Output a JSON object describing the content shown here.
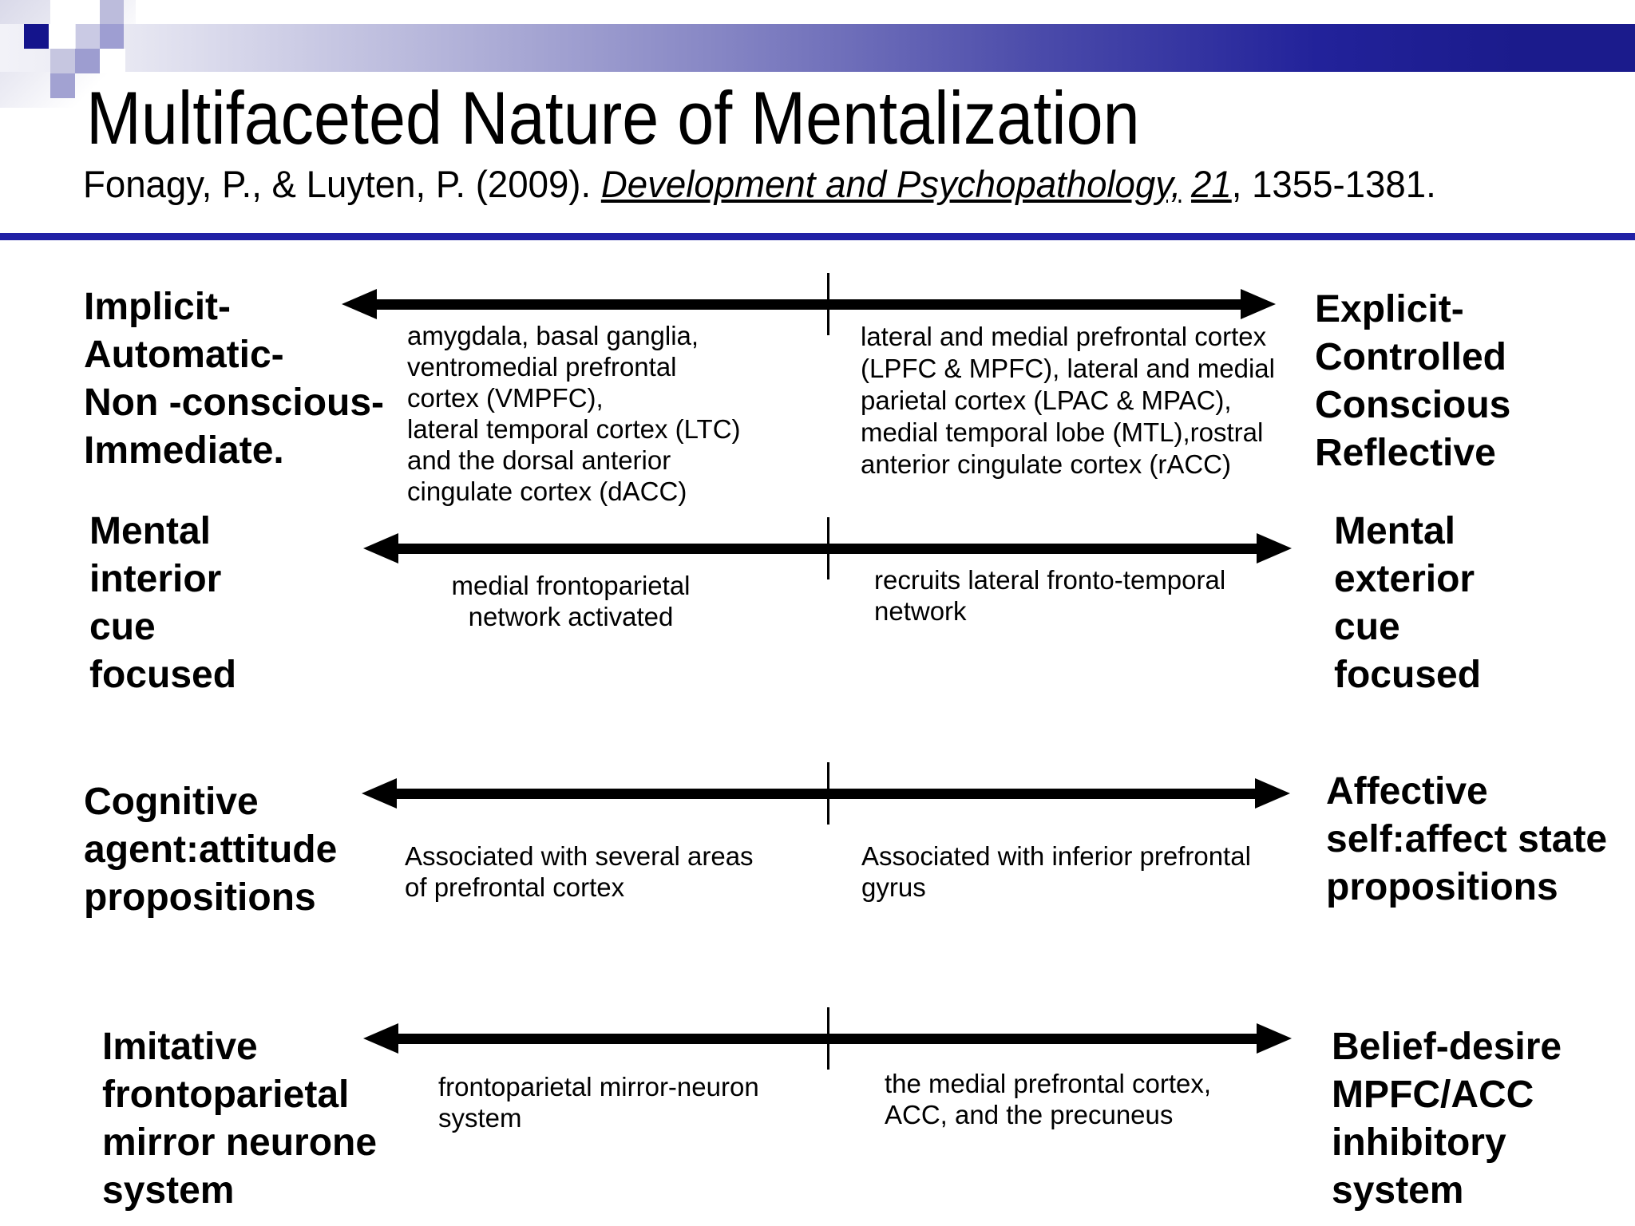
{
  "slide": {
    "title": "Multifaceted Nature of Mentalization",
    "citation": {
      "prefix": "Fonagy, P., & Luyten, P. (2009). ",
      "journal": "Development and Psychopathology,",
      "mid": " ",
      "volume": "21",
      "suffix": ", 1355-1381."
    }
  },
  "colors": {
    "accent_navy": "#1b1b8c",
    "divider_blue": "#2121a5",
    "square_navy": "#14148c",
    "lavender_light": "#c8c8e2",
    "lavender_mid": "#9d9dd0",
    "text": "#000000",
    "background": "#ffffff"
  },
  "rows": [
    {
      "left_label": "Implicit-\nAutomatic-\nNon -conscious-\nImmediate.",
      "left_note": "amygdala, basal ganglia,\nventromedial prefrontal\ncortex (VMPFC),\nlateral temporal cortex (LTC)\nand the dorsal anterior\ncingulate cortex (dACC)",
      "right_note": "lateral and medial prefrontal cortex\n(LPFC & MPFC), lateral and medial\nparietal cortex (LPAC & MPAC),\nmedial temporal lobe (MTL),rostral\nanterior cingulate cortex (rACC)",
      "right_label": "Explicit-\nControlled\nConscious\nReflective"
    },
    {
      "left_label": "Mental\ninterior\ncue\nfocused",
      "left_note": "medial frontoparietal\nnetwork activated",
      "right_note": "recruits lateral fronto-temporal\nnetwork",
      "right_label": "Mental\nexterior\ncue\nfocused"
    },
    {
      "left_label": "Cognitive\nagent:attitude\npropositions",
      "left_note": "Associated with several areas\nof prefrontal cortex",
      "right_note": "Associated with inferior prefrontal\ngyrus",
      "right_label": "Affective\nself:affect state\npropositions"
    },
    {
      "left_label": "Imitative\nfrontoparietal\nmirror neurone\nsystem",
      "left_note": "frontoparietal mirror-neuron\nsystem",
      "right_note": "the medial prefrontal cortex,\nACC, and the precuneus",
      "right_label": "Belief-desire\nMPFC/ACC\ninhibitory\nsystem"
    }
  ]
}
